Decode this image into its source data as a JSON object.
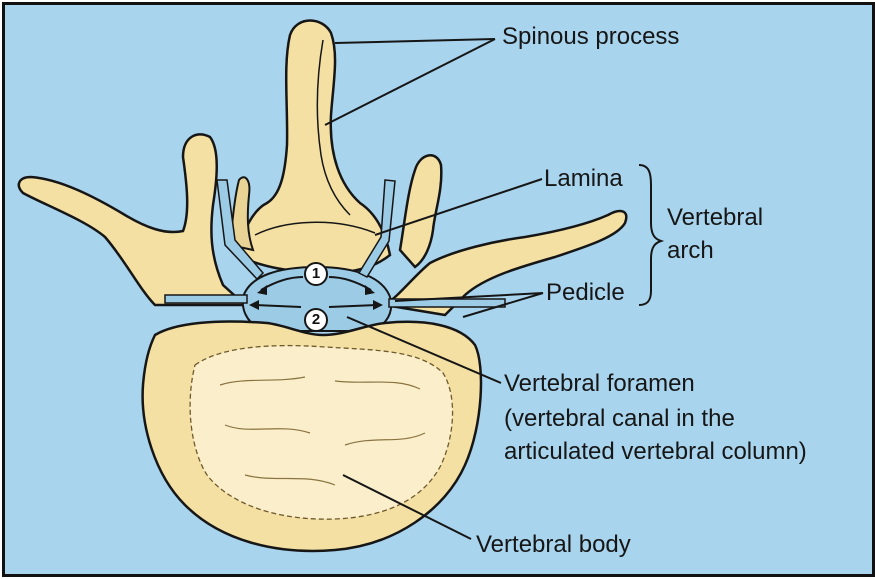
{
  "labels": {
    "spinous_process": "Spinous process",
    "lamina": "Lamina",
    "pedicle": "Pedicle",
    "vertebral_arch_line1": "Vertebral",
    "vertebral_arch_line2": "arch",
    "vertebral_foramen_line1": "Vertebral foramen",
    "vertebral_foramen_line2": "(vertebral canal in the",
    "vertebral_foramen_line3": "articulated vertebral column)",
    "vertebral_body": "Vertebral body"
  },
  "markers": [
    "1",
    "2"
  ],
  "colors": {
    "background": "#a9d4ee",
    "bone": "#f4e0a3",
    "bone_shade": "#e2c98a",
    "outline": "#161616",
    "canal": "#9ccbe6"
  }
}
